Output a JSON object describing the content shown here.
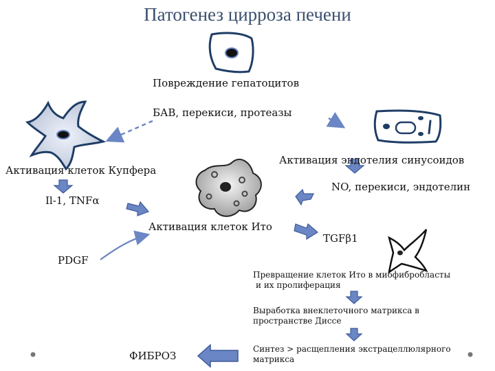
{
  "title": "Патогенез цирроза печени",
  "nodes": {
    "hepatocyte_damage": "Повреждение гепатоцитов",
    "mediators": "БАВ, перекиси, протеазы",
    "kupffer_activation": "Активация клеток Купфера",
    "endothelium_activation": "Активация эндотелия синусоидов",
    "kupffer_products": "Il-1, TNFα",
    "endothelium_products": "NO, перекиси, эндотелин",
    "ito_activation": "Активация клеток Ито",
    "tgf": "TGFβ1",
    "pdgf": "PDGF",
    "transformation_line1": "Превращение клеток Ито в миофибробласты",
    "transformation_line2": "и их пролиферация",
    "matrix_production_line1": "Выработка внеклеточного матрикса в",
    "matrix_production_line2": "пространстве Диссе",
    "synthesis_line1": "Синтез > расщепления экстрацеллюлярного",
    "synthesis_line2": "матрикса",
    "fibrosis": "ФИБРОЗ"
  },
  "colors": {
    "title": "#3a4f6e",
    "arrow_fill": "#6b86c4",
    "arrow_stroke": "#3d5a99",
    "cell_stroke": "#1f3d66",
    "dashed_arrow": "#6b86c4"
  },
  "icons": [
    "hepatocyte-icon",
    "kupffer-cell-icon",
    "endothelial-cell-icon",
    "ito-cell-icon",
    "myofibroblast-icon"
  ]
}
